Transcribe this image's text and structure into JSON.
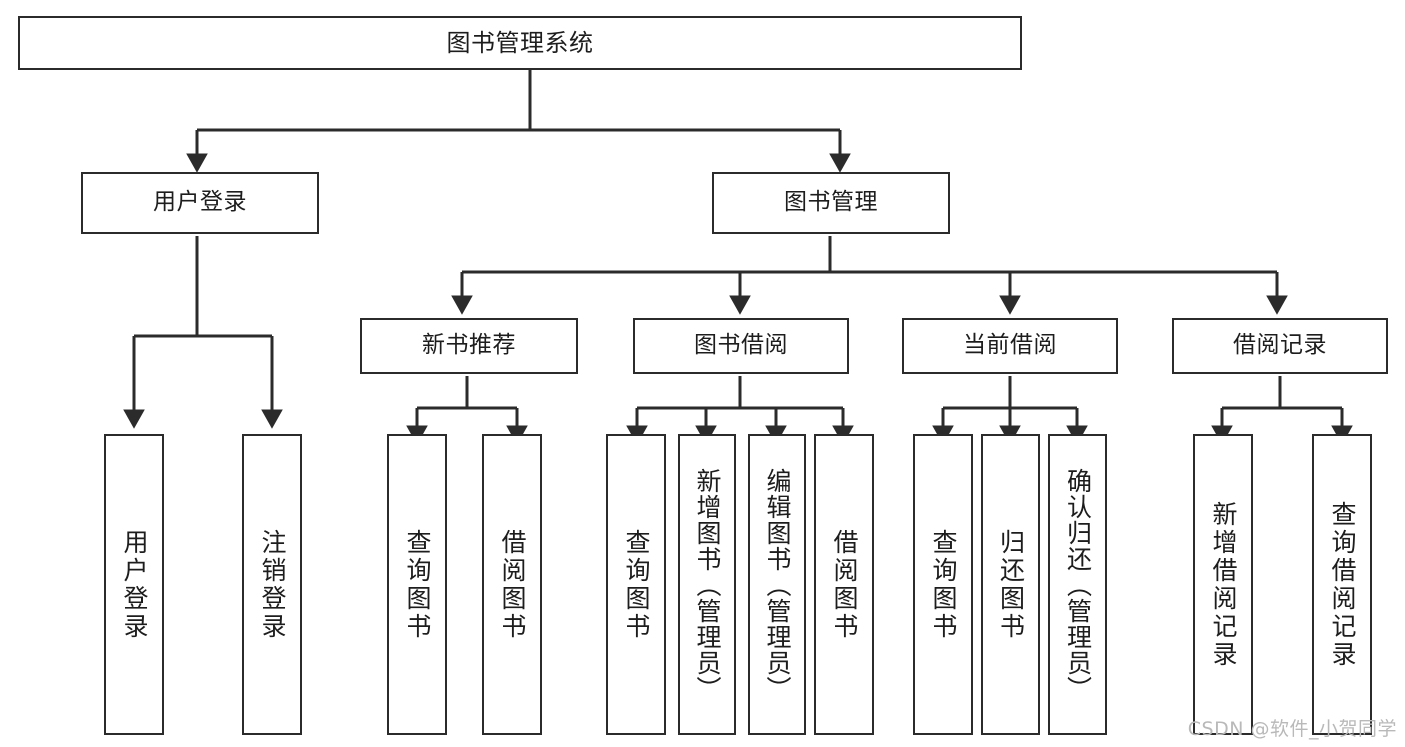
{
  "diagram": {
    "title": "图书管理系统",
    "watermark": "CSDN @软件_小贺同学",
    "line_color": "#2b2b2b",
    "box_fill": "#ffffff",
    "text_color": "#1d1d1d",
    "watermark_color": "#b9b9b9"
  },
  "root": {
    "label": "图书管理系统"
  },
  "level2": {
    "user_login": "用户登录",
    "book_manage": "图书管理"
  },
  "level3": {
    "new_book_recommend": "新书推荐",
    "book_borrow": "图书借阅",
    "current_borrow": "当前借阅",
    "borrow_record": "借阅记录"
  },
  "leaves": {
    "user_login": [
      "用户登录",
      "注销登录"
    ],
    "new_book_recommend": [
      "查询图书",
      "借阅图书"
    ],
    "book_borrow": [
      "查询图书",
      "新增图书（管理员）",
      "编辑图书（管理员）",
      "借阅图书"
    ],
    "current_borrow": [
      "查询图书",
      "归还图书",
      "确认归还（管理员）"
    ],
    "borrow_record": [
      "新增借阅记录",
      "查询借阅记录"
    ]
  },
  "chart_data": {
    "type": "table",
    "title": "图书管理系统功能结构图",
    "nodes": [
      {
        "id": "root",
        "label": "图书管理系统",
        "level": 0,
        "parent": null
      },
      {
        "id": "user_login",
        "label": "用户登录",
        "level": 1,
        "parent": "root"
      },
      {
        "id": "book_manage",
        "label": "图书管理",
        "level": 1,
        "parent": "root"
      },
      {
        "id": "new_book_recommend",
        "label": "新书推荐",
        "level": 2,
        "parent": "book_manage"
      },
      {
        "id": "book_borrow",
        "label": "图书借阅",
        "level": 2,
        "parent": "book_manage"
      },
      {
        "id": "current_borrow",
        "label": "当前借阅",
        "level": 2,
        "parent": "book_manage"
      },
      {
        "id": "borrow_record",
        "label": "借阅记录",
        "level": 2,
        "parent": "book_manage"
      },
      {
        "id": "ul_1",
        "label": "用户登录",
        "level": 2,
        "parent": "user_login"
      },
      {
        "id": "ul_2",
        "label": "注销登录",
        "level": 2,
        "parent": "user_login"
      },
      {
        "id": "nb_1",
        "label": "查询图书",
        "level": 3,
        "parent": "new_book_recommend"
      },
      {
        "id": "nb_2",
        "label": "借阅图书",
        "level": 3,
        "parent": "new_book_recommend"
      },
      {
        "id": "bb_1",
        "label": "查询图书",
        "level": 3,
        "parent": "book_borrow"
      },
      {
        "id": "bb_2",
        "label": "新增图书（管理员）",
        "level": 3,
        "parent": "book_borrow"
      },
      {
        "id": "bb_3",
        "label": "编辑图书（管理员）",
        "level": 3,
        "parent": "book_borrow"
      },
      {
        "id": "bb_4",
        "label": "借阅图书",
        "level": 3,
        "parent": "book_borrow"
      },
      {
        "id": "cb_1",
        "label": "查询图书",
        "level": 3,
        "parent": "current_borrow"
      },
      {
        "id": "cb_2",
        "label": "归还图书",
        "level": 3,
        "parent": "current_borrow"
      },
      {
        "id": "cb_3",
        "label": "确认归还（管理员）",
        "level": 3,
        "parent": "current_borrow"
      },
      {
        "id": "br_1",
        "label": "新增借阅记录",
        "level": 3,
        "parent": "borrow_record"
      },
      {
        "id": "br_2",
        "label": "查询借阅记录",
        "level": 3,
        "parent": "borrow_record"
      }
    ]
  }
}
